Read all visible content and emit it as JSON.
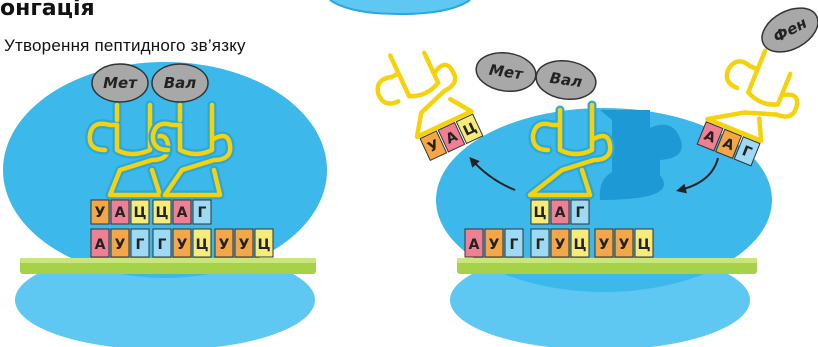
{
  "title": "онгація",
  "subtitle": "Утворення пептидного зв’язку",
  "colors": {
    "ribosome_upper": "#3cb8ea",
    "ribosome_lower": "#5ec8f2",
    "mrna_strand": "#a6d24a",
    "trna": "#f5d20a",
    "trna_outline": "#2aa8dc",
    "amino_acid": "#a8a8a8",
    "nuc_pink": "#ef7f92",
    "nuc_orange": "#f5a646",
    "nuc_yellow": "#f7ec7a",
    "nuc_blue": "#9fdaf4"
  },
  "left": {
    "amino_acids": [
      "Мет",
      "Вал"
    ],
    "anticodons": [
      "У",
      "А",
      "Ц",
      "Ц",
      "А",
      "Г"
    ],
    "mrna": [
      "А",
      "У",
      "Г",
      "Г",
      "У",
      "Ц",
      "У",
      "У",
      "Ц"
    ]
  },
  "right": {
    "amino_acids_chain": [
      "Мет",
      "Вал"
    ],
    "incoming_amino_acid": "Фен",
    "released_anticodon": [
      "У",
      "А",
      "Ц"
    ],
    "incoming_anticodon": [
      "А",
      "А",
      "Г"
    ],
    "bound_anticodon": [
      "Ц",
      "А",
      "Г"
    ],
    "mrna": [
      "А",
      "У",
      "Г",
      "Г",
      "У",
      "Ц",
      "У",
      "У",
      "Ц"
    ]
  }
}
